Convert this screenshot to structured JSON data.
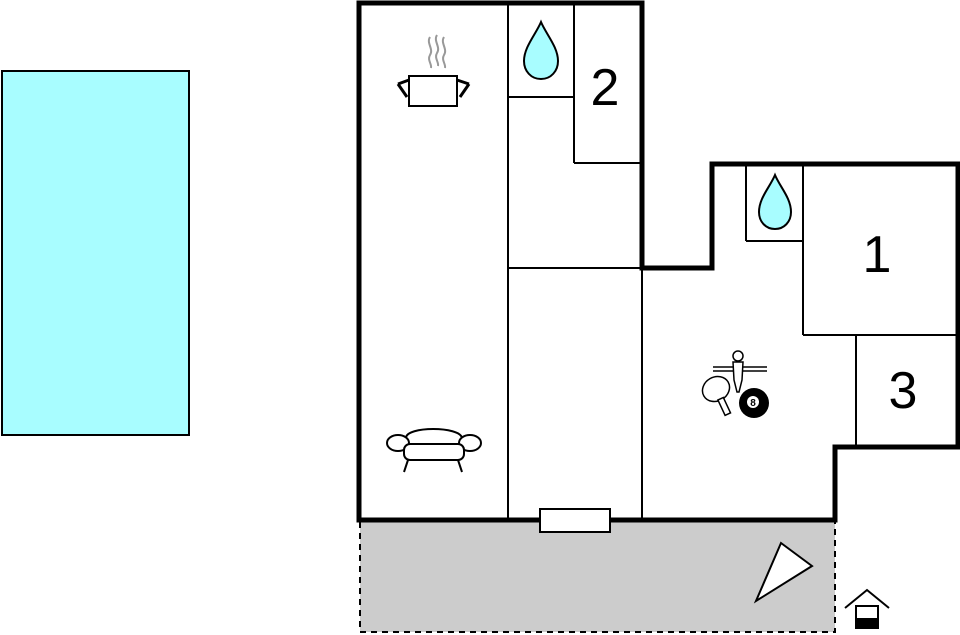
{
  "rooms": {
    "bedroom_1": {
      "label": "1"
    },
    "bedroom_2": {
      "label": "2"
    },
    "room_3": {
      "label": "3"
    }
  },
  "colors": {
    "pool_fill": "#a8fdff",
    "water_drop": "#a8fdff",
    "terrace_fill": "#cccccc",
    "wall": "#000000",
    "background": "#ffffff"
  },
  "icons": {
    "kitchen": "cooking-pot-icon",
    "living": "armchair-icon",
    "bathroom_top": "water-drop-icon",
    "bathroom_right": "water-drop-icon",
    "games": "table-football-icon",
    "table_tennis": "ping-pong-paddle-icon",
    "billiards": "eight-ball-icon",
    "terrace": "sail-shade-icon",
    "entrance": "house-entrance-icon"
  },
  "eight_ball_number": "8"
}
